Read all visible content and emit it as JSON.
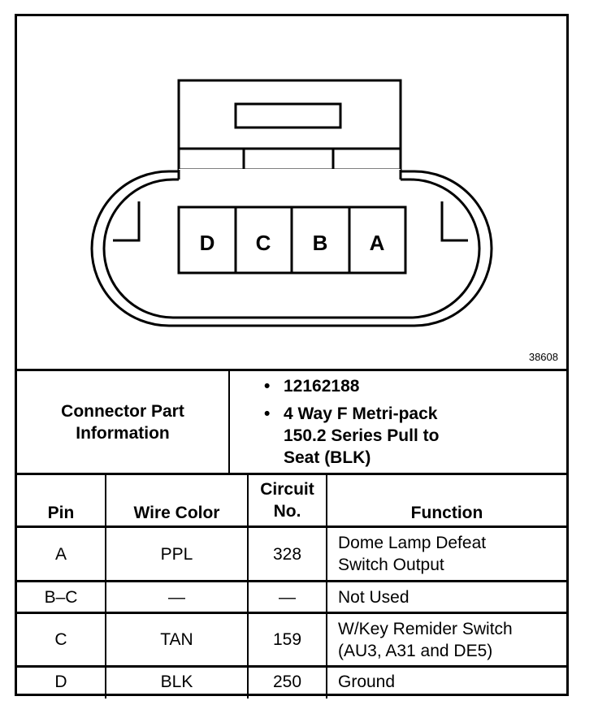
{
  "diagram": {
    "pins": [
      "D",
      "C",
      "B",
      "A"
    ],
    "figure_number": "38608"
  },
  "part_info": {
    "label_line1": "Connector Part",
    "label_line2": "Information",
    "part_number": "12162188",
    "desc_line1": "4 Way F Metri-pack",
    "desc_line2": "150.2 Series Pull to",
    "desc_line3": "Seat (BLK)"
  },
  "table": {
    "headers": {
      "pin": "Pin",
      "wire_color": "Wire Color",
      "circuit_line1": "Circuit",
      "circuit_line2": "No.",
      "function": "Function"
    },
    "rows": [
      {
        "pin": "A",
        "wire_color": "PPL",
        "circuit": "328",
        "function_line1": "Dome Lamp Defeat",
        "function_line2": "Switch Output"
      },
      {
        "pin": "B–C",
        "wire_color": "—",
        "circuit": "—",
        "function_line1": "Not Used",
        "function_line2": ""
      },
      {
        "pin": "C",
        "wire_color": "TAN",
        "circuit": "159",
        "function_line1": "W/Key Remider Switch",
        "function_line2": "(AU3, A31 and DE5)"
      },
      {
        "pin": "D",
        "wire_color": "BLK",
        "circuit": "250",
        "function_line1": "Ground",
        "function_line2": ""
      }
    ]
  }
}
